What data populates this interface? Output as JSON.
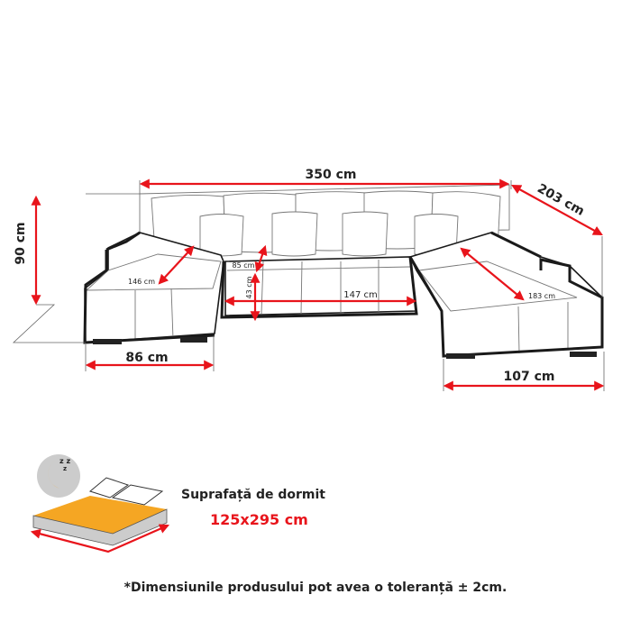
{
  "dimensions": {
    "total_width": "350 cm",
    "depth_right": "203 cm",
    "height": "90 cm",
    "left_chaise_width": "86 cm",
    "right_chaise_width": "107 cm",
    "left_chaise_length": "146 cm",
    "seat_depth": "85 cm",
    "seat_height": "43 cm",
    "middle_width": "147 cm",
    "right_chaise_length": "183 cm"
  },
  "sleeping_area": {
    "label": "Suprafață de dormit",
    "value": "125x295 cm",
    "icon": "sleeping-bed-moon-icon"
  },
  "footnote": "*Dimensiunile produsului pot avea o toleranță ± 2cm.",
  "colors": {
    "dimension_arrow": "#e8141b",
    "mattress": "#f5a623",
    "value_text": "#e8141b"
  }
}
